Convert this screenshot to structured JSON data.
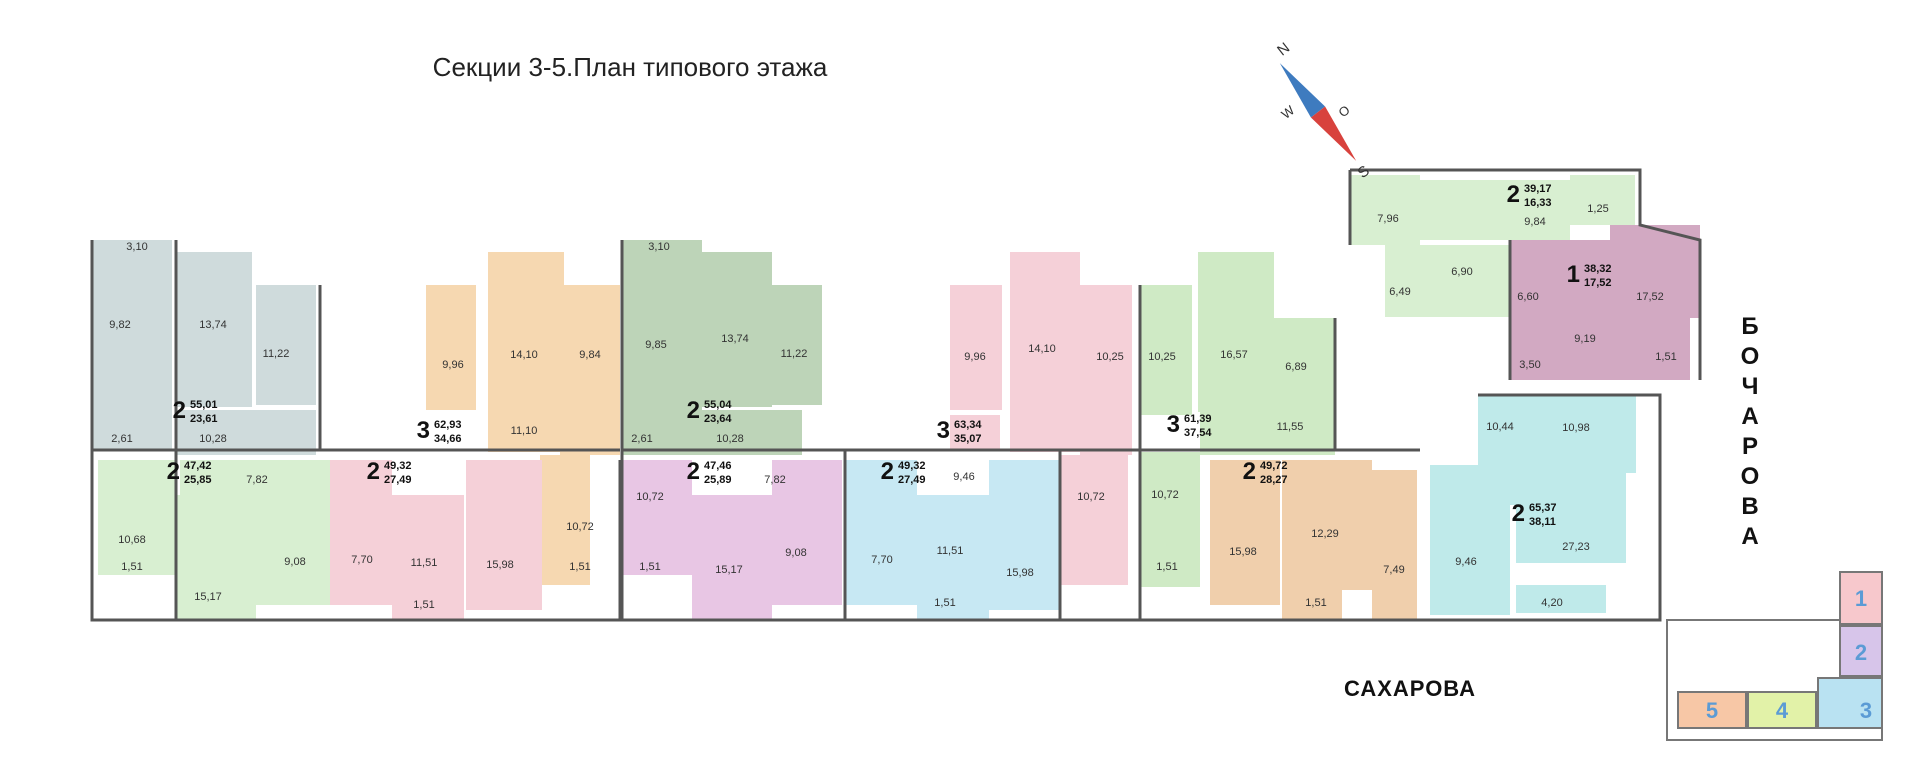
{
  "title": "Секции 3-5.План типового этажа",
  "streets": {
    "bottom": "САХАРОВА",
    "right": "БОЧАРОВА"
  },
  "compass": {
    "n": "N",
    "s": "S",
    "w": "W",
    "o": "O"
  },
  "colors": {
    "grey": "#cfdbdc",
    "orange": "#f6d8b1",
    "pink": "#f5d0d8",
    "green": "#cfeac5",
    "sage": "#bdd4b8",
    "violet": "#e8c6e4",
    "blue": "#c7e8f3",
    "mauve": "#d2a9c2",
    "cyan": "#bfeaea",
    "tan": "#f0cfac",
    "light_green": "#d8efd1"
  },
  "apartments": [
    {
      "rooms": "2",
      "area": "55,01",
      "living": "23,61"
    },
    {
      "rooms": "3",
      "area": "62,93",
      "living": "34,66"
    },
    {
      "rooms": "2",
      "area": "55,04",
      "living": "23,64"
    },
    {
      "rooms": "3",
      "area": "63,34",
      "living": "35,07"
    },
    {
      "rooms": "3",
      "area": "61,39",
      "living": "37,54"
    },
    {
      "rooms": "2",
      "area": "39,17",
      "living": "16,33"
    },
    {
      "rooms": "1",
      "area": "38,32",
      "living": "17,52"
    },
    {
      "rooms": "2",
      "area": "47,42",
      "living": "25,85"
    },
    {
      "rooms": "2",
      "area": "49,32",
      "living": "27,49"
    },
    {
      "rooms": "2",
      "area": "47,46",
      "living": "25,89"
    },
    {
      "rooms": "2",
      "area": "49,32",
      "living": "27,49"
    },
    {
      "rooms": "2",
      "area": "49,72",
      "living": "28,27"
    },
    {
      "rooms": "2",
      "area": "65,37",
      "living": "38,11"
    }
  ],
  "room_areas": [
    "3,10",
    "9,82",
    "13,74",
    "11,22",
    "2,61",
    "10,28",
    "9,96",
    "14,10",
    "9,84",
    "11,10",
    "3,10",
    "9,85",
    "13,74",
    "11,22",
    "2,61",
    "10,28",
    "9,96",
    "14,10",
    "10,25",
    "10,25",
    "16,57",
    "6,89",
    "11,55",
    "7,96",
    "9,84",
    "1,25",
    "6,49",
    "6,90",
    "6,60",
    "17,52",
    "9,19",
    "3,50",
    "1,51",
    "10,44",
    "10,98",
    "27,23",
    "4,20",
    "10,68",
    "1,51",
    "15,17",
    "7,82",
    "9,08",
    "7,70",
    "11,51",
    "15,98",
    "1,51",
    "10,72",
    "1,51",
    "10,72",
    "1,51",
    "15,17",
    "7,82",
    "9,08",
    "7,70",
    "11,51",
    "9,46",
    "15,98",
    "1,51",
    "10,72",
    "10,72",
    "1,51",
    "15,98",
    "12,29",
    "7,49",
    "1,51",
    "9,46"
  ],
  "key_plan": {
    "sections": [
      "1",
      "2",
      "3",
      "4",
      "5"
    ]
  }
}
